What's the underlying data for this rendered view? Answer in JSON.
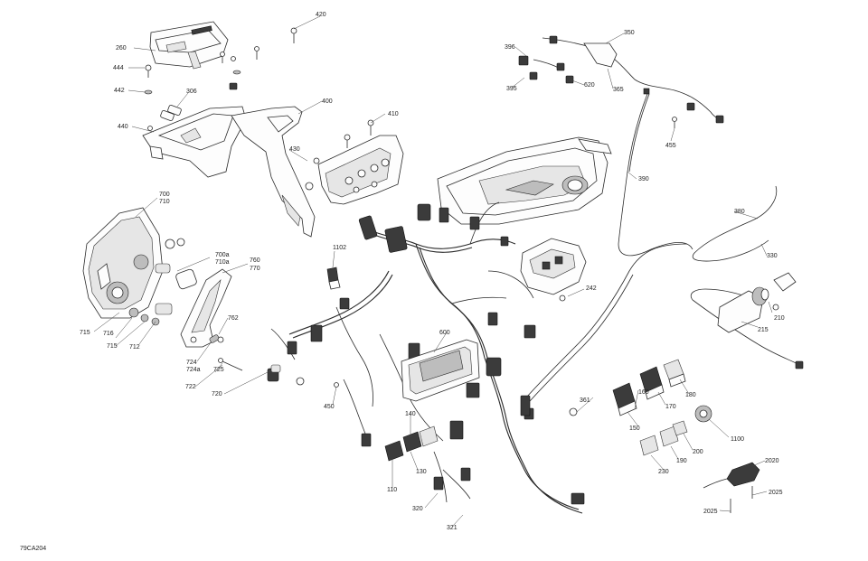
{
  "document_code": "79CA204",
  "callouts": [
    {
      "key": "c420",
      "text": "420"
    },
    {
      "key": "c260",
      "text": "260"
    },
    {
      "key": "c444",
      "text": "444"
    },
    {
      "key": "c442",
      "text": "442"
    },
    {
      "key": "c306",
      "text": "306"
    },
    {
      "key": "c440",
      "text": "440"
    },
    {
      "key": "c400",
      "text": "400"
    },
    {
      "key": "c430",
      "text": "430"
    },
    {
      "key": "c410",
      "text": "410"
    },
    {
      "key": "c396",
      "text": "396"
    },
    {
      "key": "c350",
      "text": "350"
    },
    {
      "key": "c395",
      "text": "395"
    },
    {
      "key": "c620",
      "text": "620"
    },
    {
      "key": "c365",
      "text": "365"
    },
    {
      "key": "c455",
      "text": "455"
    },
    {
      "key": "c390",
      "text": "390"
    },
    {
      "key": "c700",
      "text": "700"
    },
    {
      "key": "c710",
      "text": "710"
    },
    {
      "key": "c700a",
      "text": "700a"
    },
    {
      "key": "c710a",
      "text": "710a"
    },
    {
      "key": "c760",
      "text": "760"
    },
    {
      "key": "c770",
      "text": "770"
    },
    {
      "key": "c1102",
      "text": "1102"
    },
    {
      "key": "c242",
      "text": "242"
    },
    {
      "key": "c380",
      "text": "380"
    },
    {
      "key": "c330",
      "text": "330"
    },
    {
      "key": "c210",
      "text": "210"
    },
    {
      "key": "c215",
      "text": "215"
    },
    {
      "key": "c715a",
      "text": "715"
    },
    {
      "key": "c716",
      "text": "716"
    },
    {
      "key": "c715b",
      "text": "715"
    },
    {
      "key": "c712",
      "text": "712"
    },
    {
      "key": "c762",
      "text": "762"
    },
    {
      "key": "c724",
      "text": "724"
    },
    {
      "key": "c724a",
      "text": "724a"
    },
    {
      "key": "c725",
      "text": "725"
    },
    {
      "key": "c722",
      "text": "722"
    },
    {
      "key": "c720",
      "text": "720"
    },
    {
      "key": "c600",
      "text": "600"
    },
    {
      "key": "c450",
      "text": "450"
    },
    {
      "key": "c361",
      "text": "361"
    },
    {
      "key": "c160",
      "text": "160"
    },
    {
      "key": "c170",
      "text": "170"
    },
    {
      "key": "c180",
      "text": "180"
    },
    {
      "key": "c150",
      "text": "150"
    },
    {
      "key": "c1100",
      "text": "1100"
    },
    {
      "key": "c140",
      "text": "140"
    },
    {
      "key": "c200",
      "text": "200"
    },
    {
      "key": "c190",
      "text": "190"
    },
    {
      "key": "c230",
      "text": "230"
    },
    {
      "key": "c130",
      "text": "130"
    },
    {
      "key": "c110",
      "text": "110"
    },
    {
      "key": "c2020",
      "text": "2020"
    },
    {
      "key": "c2025a",
      "text": "2025"
    },
    {
      "key": "c2025b",
      "text": "2025"
    },
    {
      "key": "c320",
      "text": "320"
    },
    {
      "key": "c321",
      "text": "321"
    }
  ]
}
